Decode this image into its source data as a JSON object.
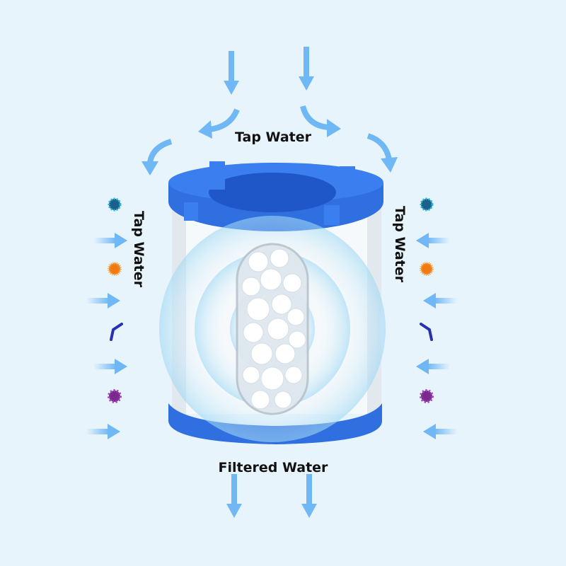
{
  "labels": {
    "top": "Tap Water",
    "left": "Tap Water",
    "right": "Tap Water",
    "bottom": "Filtered Water"
  },
  "colors": {
    "background": "#e8f4fc",
    "arrow": "#6fb7f5",
    "cap": "#2f6fe0",
    "glow": "#bfe4f7"
  },
  "icons": [
    "virus-blue-icon",
    "bacteria-orange-icon",
    "worm-blue-icon",
    "virus-purple-icon"
  ]
}
